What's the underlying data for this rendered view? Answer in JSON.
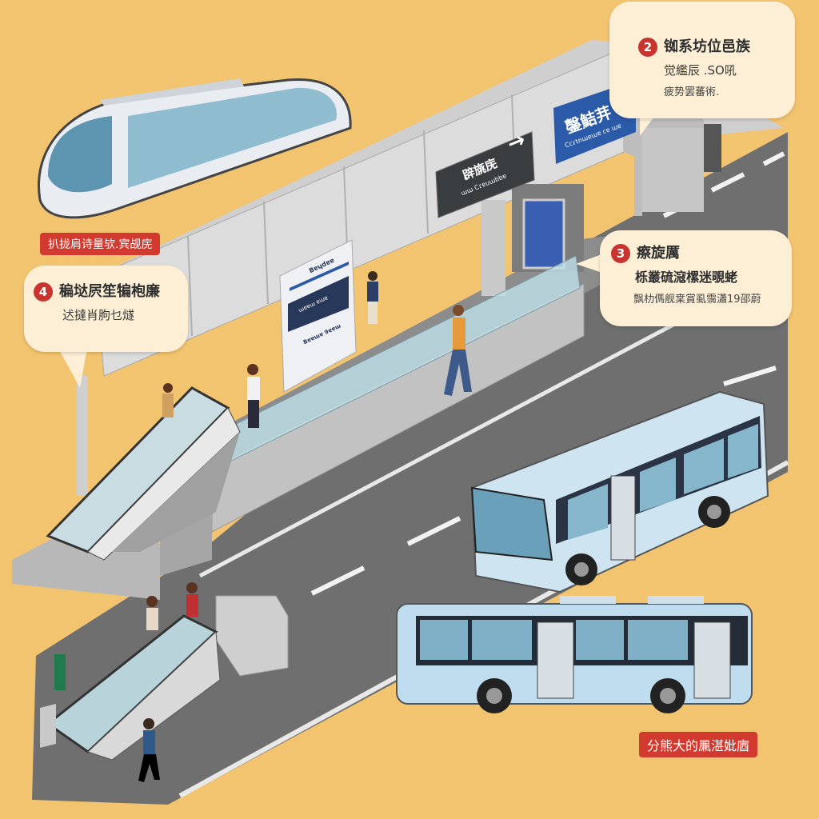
{
  "colors": {
    "background": "#F3C46F",
    "road": "#6F6F6F",
    "structure": "#D9D9D9",
    "accent_red": "#D23A2F",
    "bubble": "#FCEFD6",
    "bus": "#BFDDEE",
    "sign_blue": "#2B5AA8",
    "sign_dark": "#3A3D40"
  },
  "callouts": [
    {
      "number": "2",
      "title": "铷系坊位邑族",
      "line2": "觉繿辰 .SO吼",
      "line3": "疲势罢蕃術."
    },
    {
      "number": "3",
      "title": "瘵旋厲",
      "line2": "栎叢硫滱樏迷覗蛯",
      "line3": "飘朸傌舰枽賞虱霘瀟19邵蔚"
    },
    {
      "number": "4",
      "title": "稨垯屄笙犏枹廉",
      "line2": "迖撻肖朐乜燧"
    }
  ],
  "labels": {
    "train_label": "扒拢肩诗量欤.宾觇庑",
    "bus_label": "分熊大的凲湛妣庮"
  },
  "signs": {
    "direction_sign": {
      "title": "辟旐庑",
      "subtitle": "ɯɯ Cɾɐuɯbbɐ",
      "arrow": "arrow-right-icon"
    },
    "blue_sign": {
      "title": "鏧鮚茾",
      "subtitle": "Ccɾtnɯɐɯɐ cɐ ɯɐ"
    },
    "kiosk": {
      "header": "Bɐɥdɐɐ",
      "panel": "ɯɐɐɯ ɐɯɐ",
      "footer": "Bɐɐɯɐ 9ɐɐɯ"
    }
  },
  "icons": [
    "train",
    "bus",
    "escalator",
    "person",
    "arrow-right",
    "info"
  ]
}
